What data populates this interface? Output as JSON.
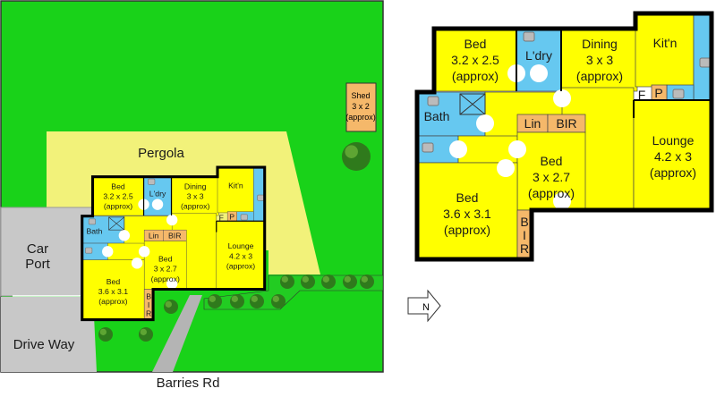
{
  "site": {
    "road": "Barries Rd",
    "car_port": [
      "Car",
      "Port"
    ],
    "drive_way": "Drive Way",
    "pergola": "Pergola",
    "shed": [
      "Shed",
      "3 x 2",
      "(approx)"
    ]
  },
  "compass": {
    "label": "N"
  },
  "rooms": {
    "bed1": [
      "Bed",
      "3.2 x 2.5",
      "(approx)"
    ],
    "laundry": [
      "L'dry"
    ],
    "dining": [
      "Dining",
      "3 x 3",
      "(approx)"
    ],
    "kitchen": [
      "Kit'n"
    ],
    "bath": [
      "Bath"
    ],
    "linen": [
      "Lin"
    ],
    "bir_top": [
      "BIR"
    ],
    "bed2": [
      "Bed",
      "3 x 2.7",
      "(approx)"
    ],
    "bed3": [
      "Bed",
      "3.6 x 3.1",
      "(approx)"
    ],
    "bir_side": [
      "B",
      "I",
      "R"
    ],
    "lounge": [
      "Lounge",
      "4.2 x 3",
      "(approx)"
    ],
    "fridge": [
      "F"
    ],
    "pantry": [
      "P"
    ]
  },
  "colors": {
    "room": "#ffff00",
    "wet": "#66c8f0",
    "robe": "#f5b86a",
    "grass": "#19d219",
    "pergola": "#f2f27a",
    "paving": "#c8c8c8"
  }
}
